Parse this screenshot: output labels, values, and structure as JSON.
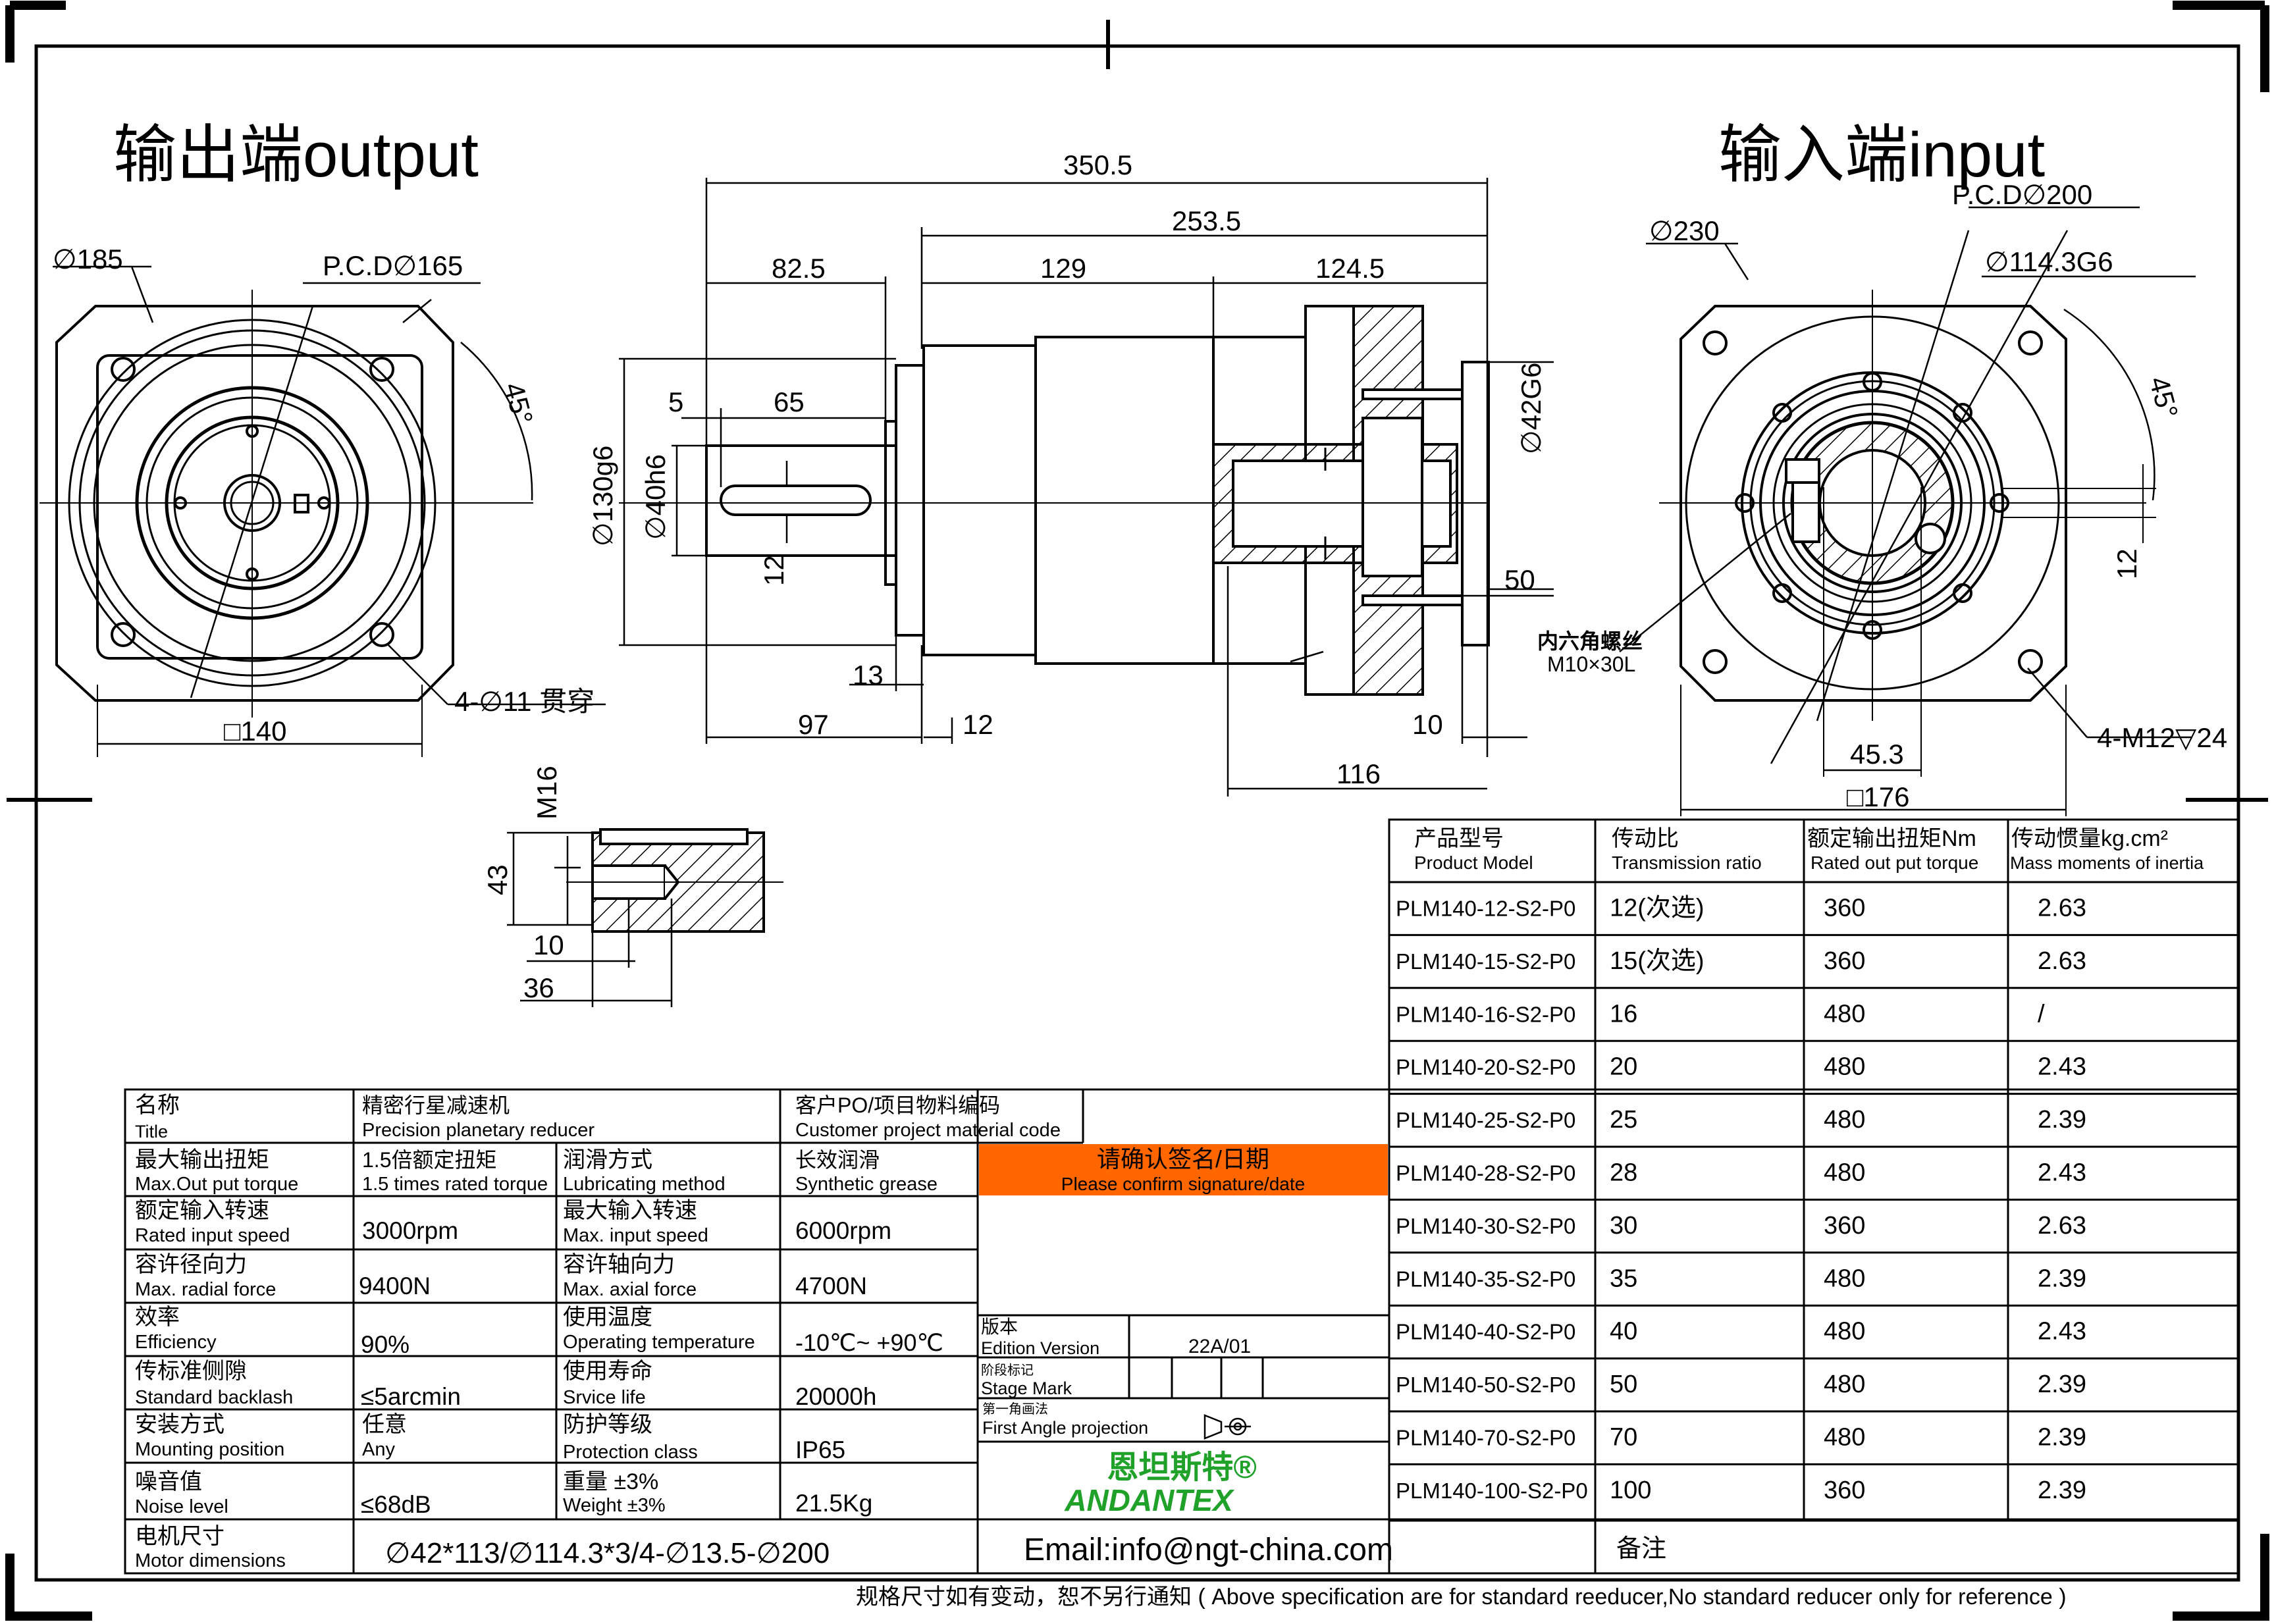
{
  "titles": {
    "output": "输出端output",
    "input": "输入端input"
  },
  "dimensions": {
    "d185": "∅185",
    "pcd165": "P.C.D∅165",
    "angle45_left": "45°",
    "holes": "4-∅11 贯穿",
    "square140": "□140",
    "len350": "350.5",
    "len253": "253.5",
    "len82": "82.5",
    "len129": "129",
    "len124": "124.5",
    "len5": "5",
    "len65": "65",
    "d130": "∅130g6",
    "d40": "∅40h6",
    "len12_key": "12",
    "len13": "13",
    "len97": "97",
    "len12_b": "12",
    "len10": "10",
    "len116": "116",
    "d42": "∅42G6",
    "len50": "50",
    "screw_cn": "内六角螺丝",
    "screw": "M10×30L",
    "d230": "∅230",
    "pcd200": "P.C.D∅200",
    "d114": "∅114.3G6",
    "angle45_right": "45°",
    "len12_right": "12",
    "len45": "45.3",
    "thread": "4-M12▽24",
    "square176": "□176",
    "m16": "M16",
    "len43": "43",
    "len10_s": "10",
    "len36": "36"
  },
  "product_table": {
    "headers": [
      {
        "cn": "产品型号",
        "en": "Product Model"
      },
      {
        "cn": "传动比",
        "en": "Transmission ratio"
      },
      {
        "cn": "额定输出扭矩Nm",
        "en": "Rated out put torque"
      },
      {
        "cn": "传动惯量kg.cm²",
        "en": "Mass moments of inertia"
      }
    ],
    "rows": [
      [
        "PLM140-12-S2-P0",
        "12(次选)",
        "360",
        "2.63"
      ],
      [
        "PLM140-15-S2-P0",
        "15(次选)",
        "360",
        "2.63"
      ],
      [
        "PLM140-16-S2-P0",
        "16",
        "480",
        "/"
      ],
      [
        "PLM140-20-S2-P0",
        "20",
        "480",
        "2.43"
      ],
      [
        "PLM140-25-S2-P0",
        "25",
        "480",
        "2.39"
      ],
      [
        "PLM140-28-S2-P0",
        "28",
        "480",
        "2.43"
      ],
      [
        "PLM140-30-S2-P0",
        "30",
        "360",
        "2.63"
      ],
      [
        "PLM140-35-S2-P0",
        "35",
        "480",
        "2.39"
      ],
      [
        "PLM140-40-S2-P0",
        "40",
        "480",
        "2.43"
      ],
      [
        "PLM140-50-S2-P0",
        "50",
        "480",
        "2.39"
      ],
      [
        "PLM140-70-S2-P0",
        "70",
        "480",
        "2.39"
      ],
      [
        "PLM140-100-S2-P0",
        "100",
        "360",
        "2.39"
      ]
    ]
  },
  "spec": {
    "name_cn": "名称",
    "name_en": "Title",
    "name_val_cn": "精密行星减速机",
    "name_val_en": "Precision planetary reducer",
    "cust_cn": "客户PO/项目物料编码",
    "cust_en": "Customer project material code",
    "torque_cn": "最大输出扭矩",
    "torque_en": "Max.Out put torque",
    "torque_val_cn": "1.5倍额定扭矩",
    "torque_val_en": "1.5 times rated torque",
    "lub_cn": "润滑方式",
    "lub_en": "Lubricating method",
    "lub_val_cn": "长效润滑",
    "lub_val_en": "Synthetic grease",
    "confirm_cn": "请确认签名/日期",
    "confirm_en": "Please confirm signature/date",
    "rated_in_cn": "额定输入转速",
    "rated_in_en": "Rated input speed",
    "rated_in_val": "3000rpm",
    "max_in_cn": "最大输入转速",
    "max_in_en": "Max. input speed",
    "max_in_val": "6000rpm",
    "radial_cn": "容许径向力",
    "radial_en": "Max. radial force",
    "radial_val": "9400N",
    "axial_cn": "容许轴向力",
    "axial_en": "Max. axial force",
    "axial_val": "4700N",
    "eff_cn": "效率",
    "eff_en": "Efficiency",
    "eff_val": "90%",
    "temp_cn": "使用温度",
    "temp_en": "Operating temperature",
    "temp_val": "-10℃~ +90℃",
    "backlash_cn": "传标准侧隙",
    "backlash_en": "Standard backlash",
    "backlash_val": "≤5arcmin",
    "life_cn": "使用寿命",
    "life_en": "Srvice life",
    "life_val": "20000h",
    "mount_cn": "安装方式",
    "mount_en": "Mounting position",
    "mount_val_cn": "任意",
    "mount_val_en": "Any",
    "prot_cn": "防护等级",
    "prot_en": "Protection class",
    "prot_val": "IP65",
    "noise_cn": "噪音值",
    "noise_en": "Noise level",
    "noise_val": "≤68dB",
    "weight_cn": "重量 ±3%",
    "weight_en": "Weight ±3%",
    "weight_val": "21.5Kg",
    "motor_cn": "电机尺寸",
    "motor_en": "Motor dimensions",
    "motor_val": "∅42*113/∅114.3*3/4-∅13.5-∅200",
    "edition_cn": "版本",
    "edition_en": "Edition Version",
    "edition_val": "22A/01",
    "stage_cn": "阶段标记",
    "stage_en": "Stage Mark",
    "proj_cn": "第一角画法",
    "proj_en": "First Angle projection",
    "email": "Email:info@ngt-china.com",
    "remark": "备注"
  },
  "logo": {
    "cn": "恩坦斯特®",
    "en": "ANDANTEX"
  },
  "footer": "规格尺寸如有变动，恕不另行通知 ( Above specification are for standard reeducer,No standard reducer only for reference )",
  "colors": {
    "accent": "#ff6600",
    "logo": "#1fa12a"
  }
}
